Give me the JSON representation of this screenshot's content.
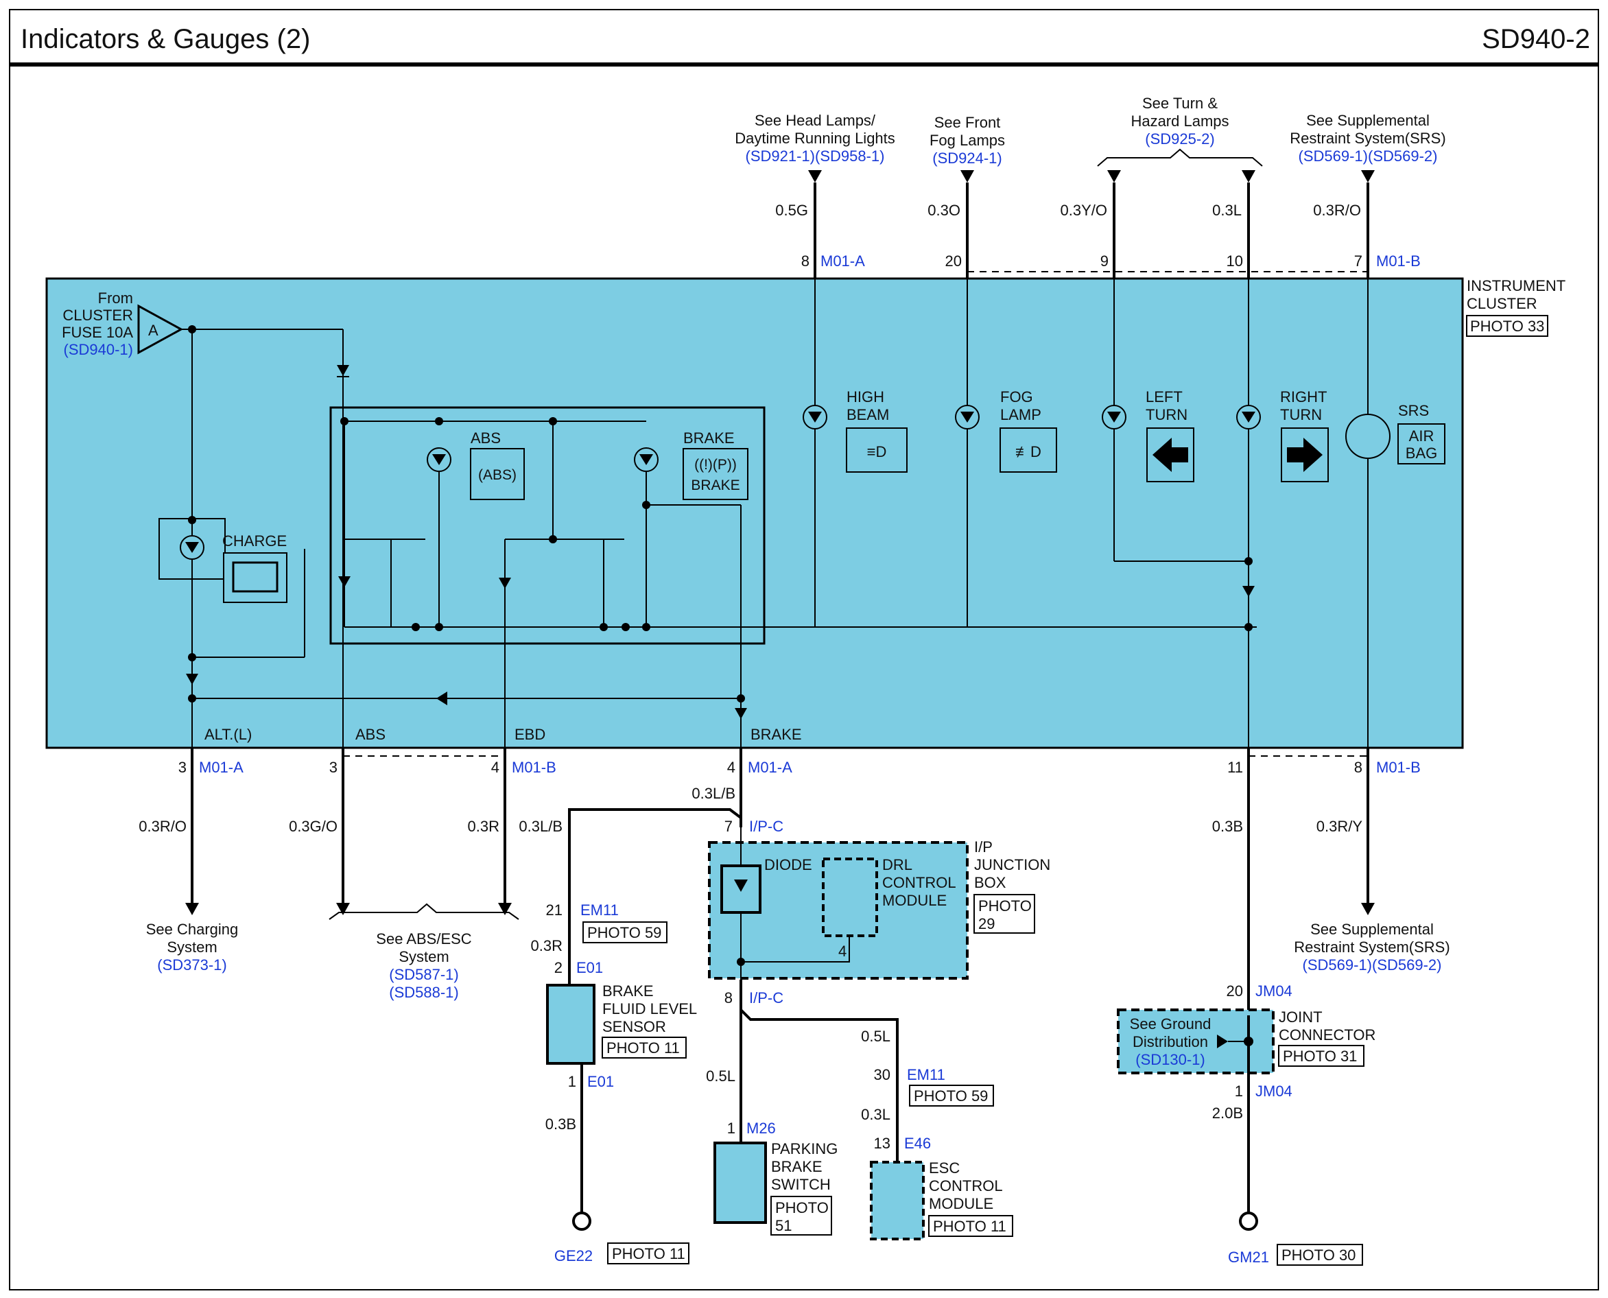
{
  "header": {
    "title": "Indicators & Gauges (2)",
    "code": "SD940-2"
  },
  "cluster": {
    "name_line1": "INSTRUMENT",
    "name_line2": "CLUSTER",
    "photo": "PHOTO 33",
    "fuse": {
      "l1": "From",
      "l2": "CLUSTER",
      "l3": "FUSE 10A",
      "ref": "(SD940-1)",
      "letter": "A"
    },
    "indicators": {
      "charge": "CHARGE",
      "abs": "ABS",
      "abs_symbol": "(ABS)",
      "brake": "BRAKE",
      "brake_symbol_text": "BRAKE",
      "high_beam_1": "HIGH",
      "high_beam_2": "BEAM",
      "fog_1": "FOG",
      "fog_2": "LAMP",
      "left_1": "LEFT",
      "left_2": "TURN",
      "right_1": "RIGHT",
      "right_2": "TURN",
      "srs": "SRS",
      "airbag_1": "AIR",
      "airbag_2": "BAG"
    },
    "outputs": {
      "alt": "ALT.(L)",
      "abs": "ABS",
      "ebd": "EBD",
      "brake": "BRAKE"
    }
  },
  "top_refs": {
    "head": {
      "l1": "See Head Lamps/",
      "l2": "Daytime Running Lights",
      "ref": "(SD921-1)(SD958-1)"
    },
    "fog": {
      "l1": "See Front",
      "l2": "Fog Lamps",
      "ref": "(SD924-1)"
    },
    "turn": {
      "l1": "See Turn &",
      "l2": "Hazard Lamps",
      "ref": "(SD925-2)"
    },
    "srs": {
      "l1": "See Supplemental",
      "l2": "Restraint System(SRS)",
      "ref": "(SD569-1)(SD569-2)"
    }
  },
  "top_pins": {
    "p8": "8",
    "p20": "20",
    "p9": "9",
    "p10": "10",
    "p7": "7",
    "conn_a": "M01-A",
    "conn_b": "M01-B"
  },
  "top_wires": {
    "w1": "0.5G",
    "w2": "0.3O",
    "w3": "0.3Y/O",
    "w4": "0.3L",
    "w5": "0.3R/O"
  },
  "bottom_pins": {
    "p3a": "3",
    "m01a_1": "M01-A",
    "p3b": "3",
    "p4b": "4",
    "m01b_1": "M01-B",
    "p4a": "4",
    "m01a_2": "M01-A",
    "p11": "11",
    "p8b": "8",
    "m01b_2": "M01-B"
  },
  "bottom_wires": {
    "w_alt": "0.3R/O",
    "w_abs": "0.3G/O",
    "w_ebd": "0.3R",
    "w_brake": "0.3L/B",
    "w_brake2": "0.3L/B",
    "w_11": "0.3B",
    "w_8": "0.3R/Y"
  },
  "bottom_refs": {
    "charging": {
      "l1": "See Charging",
      "l2": "System",
      "ref": "(SD373-1)"
    },
    "abs": {
      "l1": "See ABS/ESC",
      "l2": "System",
      "ref1": "(SD587-1)",
      "ref2": "(SD588-1)"
    },
    "srs": {
      "l1": "See Supplemental",
      "l2": "Restraint System(SRS)",
      "ref": "(SD569-1)(SD569-2)"
    }
  },
  "brake_fluid": {
    "pin21": "21",
    "em11": "EM11",
    "photo59": "PHOTO 59",
    "wire": "0.3R",
    "pin2": "2",
    "e01_top": "E01",
    "l1": "BRAKE",
    "l2": "FLUID LEVEL",
    "l3": "SENSOR",
    "photo11": "PHOTO 11",
    "pin1": "1",
    "e01_bot": "E01",
    "wire_bot": "0.3B",
    "ground": "GE22",
    "ground_photo": "PHOTO 11"
  },
  "junction": {
    "pin7": "7",
    "ipc_top": "I/P-C",
    "diode": "DIODE",
    "drl1": "DRL",
    "drl2": "CONTROL",
    "drl3": "MODULE",
    "drl_pin": "4",
    "box1": "I/P",
    "box2": "JUNCTION",
    "box3": "BOX",
    "photo_1": "PHOTO",
    "photo_2": "29",
    "pin8": "8",
    "ipc_bot": "I/P-C"
  },
  "parking": {
    "wire": "0.5L",
    "pin1": "1",
    "m26": "M26",
    "l1": "PARKING",
    "l2": "BRAKE",
    "l3": "SWITCH",
    "photo_1": "PHOTO",
    "photo_2": "51"
  },
  "esc": {
    "wire_a": "0.5L",
    "pin30": "30",
    "em11": "EM11",
    "photo59": "PHOTO 59",
    "wire_b": "0.3L",
    "pin13": "13",
    "e46": "E46",
    "l1": "ESC",
    "l2": "CONTROL",
    "l3": "MODULE",
    "photo11": "PHOTO 11"
  },
  "joint": {
    "pin20": "20",
    "jm04_top": "JM04",
    "ground_l1": "See Ground",
    "ground_l2": "Distribution",
    "ground_ref": "(SD130-1)",
    "l1": "JOINT",
    "l2": "CONNECTOR",
    "photo": "PHOTO 31",
    "pin1": "1",
    "jm04_bot": "JM04",
    "wire": "2.0B",
    "ground": "GM21",
    "ground_photo": "PHOTO 30"
  }
}
